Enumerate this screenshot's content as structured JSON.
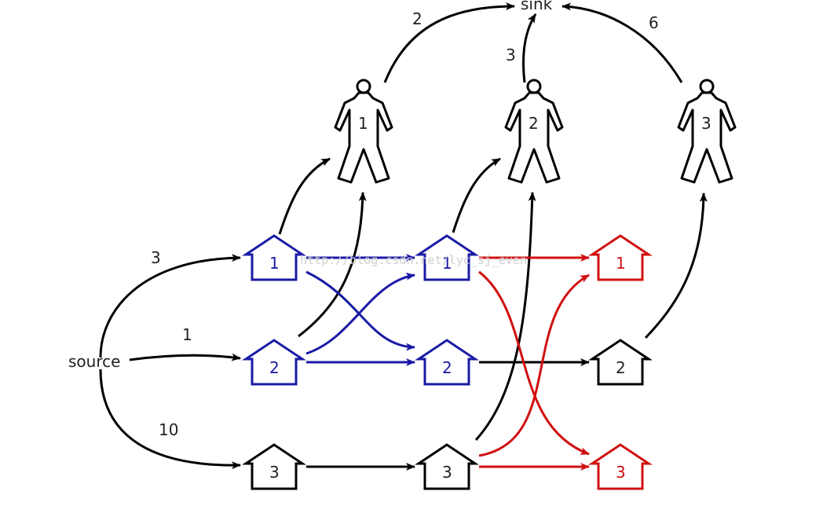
{
  "nodes": {
    "source": "source",
    "sink": "sink",
    "people": [
      "1",
      "2",
      "3"
    ],
    "houses_col1": [
      "1",
      "2",
      "3"
    ],
    "houses_col2": [
      "1",
      "2",
      "3"
    ],
    "houses_col3": [
      "1",
      "2",
      "3"
    ]
  },
  "edge_labels": {
    "source_h1": "3",
    "source_h2": "1",
    "source_h3": "10",
    "p1_sink": "2",
    "p2_sink": "3",
    "p3_sink": "6"
  },
  "watermark": "http://blog.csdn.net/lyc_sj_even",
  "colors": {
    "blue": "#1a1aa6",
    "red": "#d01010",
    "black": "#000000"
  }
}
